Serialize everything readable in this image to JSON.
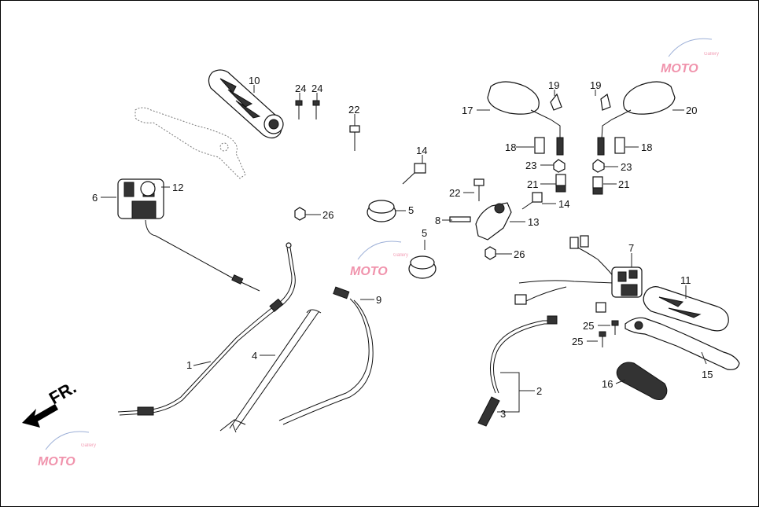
{
  "direction_label": "FR.",
  "watermark": {
    "brand": "MOTO",
    "tag": "Gallery"
  },
  "callouts": [
    {
      "id": "c1",
      "label": "1"
    },
    {
      "id": "c2",
      "label": "2"
    },
    {
      "id": "c3",
      "label": "3"
    },
    {
      "id": "c4",
      "label": "4"
    },
    {
      "id": "c5a",
      "label": "5"
    },
    {
      "id": "c5b",
      "label": "5"
    },
    {
      "id": "c6",
      "label": "6"
    },
    {
      "id": "c7",
      "label": "7"
    },
    {
      "id": "c8",
      "label": "8"
    },
    {
      "id": "c9",
      "label": "9"
    },
    {
      "id": "c10",
      "label": "10"
    },
    {
      "id": "c11",
      "label": "11"
    },
    {
      "id": "c12",
      "label": "12"
    },
    {
      "id": "c13",
      "label": "13"
    },
    {
      "id": "c14a",
      "label": "14"
    },
    {
      "id": "c14b",
      "label": "14"
    },
    {
      "id": "c15",
      "label": "15"
    },
    {
      "id": "c16",
      "label": "16"
    },
    {
      "id": "c17",
      "label": "17"
    },
    {
      "id": "c18a",
      "label": "18"
    },
    {
      "id": "c18b",
      "label": "18"
    },
    {
      "id": "c19a",
      "label": "19"
    },
    {
      "id": "c19b",
      "label": "19"
    },
    {
      "id": "c20",
      "label": "20"
    },
    {
      "id": "c21a",
      "label": "21"
    },
    {
      "id": "c21b",
      "label": "21"
    },
    {
      "id": "c22a",
      "label": "22"
    },
    {
      "id": "c22b",
      "label": "22"
    },
    {
      "id": "c23a",
      "label": "23"
    },
    {
      "id": "c23b",
      "label": "23"
    },
    {
      "id": "c24a",
      "label": "24"
    },
    {
      "id": "c24b",
      "label": "24"
    },
    {
      "id": "c25a",
      "label": "25"
    },
    {
      "id": "c25b",
      "label": "25"
    },
    {
      "id": "c26a",
      "label": "26"
    },
    {
      "id": "c26b",
      "label": "26"
    }
  ]
}
